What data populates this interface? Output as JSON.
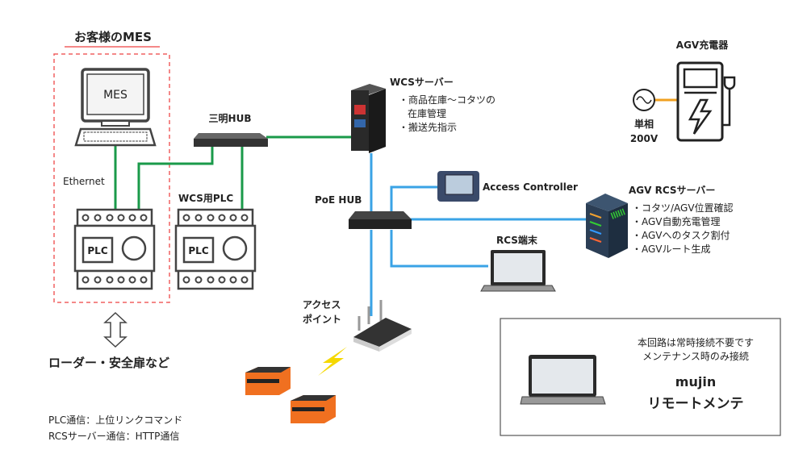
{
  "customer_group": {
    "title": "お客様のMES",
    "mes_label": "MES",
    "ethernet_label": "Ethernet",
    "plc_label": "PLC"
  },
  "hub": {
    "label": "三明HUB"
  },
  "wcs_plc": {
    "label": "WCS用PLC",
    "plc_label": "PLC"
  },
  "wcs_server": {
    "title": "WCSサーバー",
    "bullets": [
      "・商品在庫〜コタツの",
      "在庫管理",
      "・搬送先指示"
    ]
  },
  "poe_hub": {
    "label": "PoE HUB"
  },
  "access_controller": {
    "label": "Access Controller"
  },
  "rcs_server": {
    "title": "AGV RCSサーバー",
    "bullets": [
      "・コタツ/AGV位置確認",
      "・AGV自動充電管理",
      "・AGVへのタスク割付",
      "・AGVルート生成"
    ]
  },
  "rcs_terminal": {
    "label": "RCS端末"
  },
  "access_point": {
    "line1": "アクセス",
    "line2": "ポイント"
  },
  "charger": {
    "title": "AGV充電器",
    "power_line1": "単相",
    "power_line2": "200V"
  },
  "loader": {
    "label": "ローダー・安全扉など"
  },
  "notes": [
    "PLC通信：上位リンクコマンド",
    "RCSサーバー通信：HTTP通信"
  ],
  "remote_box": {
    "note1": "本回路は常時接続不要です",
    "note2": "メンテナンス時のみ接続",
    "title1": "mujin",
    "title2": "リモートメンテ"
  },
  "colors": {
    "ethernet": "#1a9a4a",
    "poe": "#3aa3e6",
    "customer_border": "#f06060",
    "power": "#f0a020",
    "agv": "#f07020"
  }
}
